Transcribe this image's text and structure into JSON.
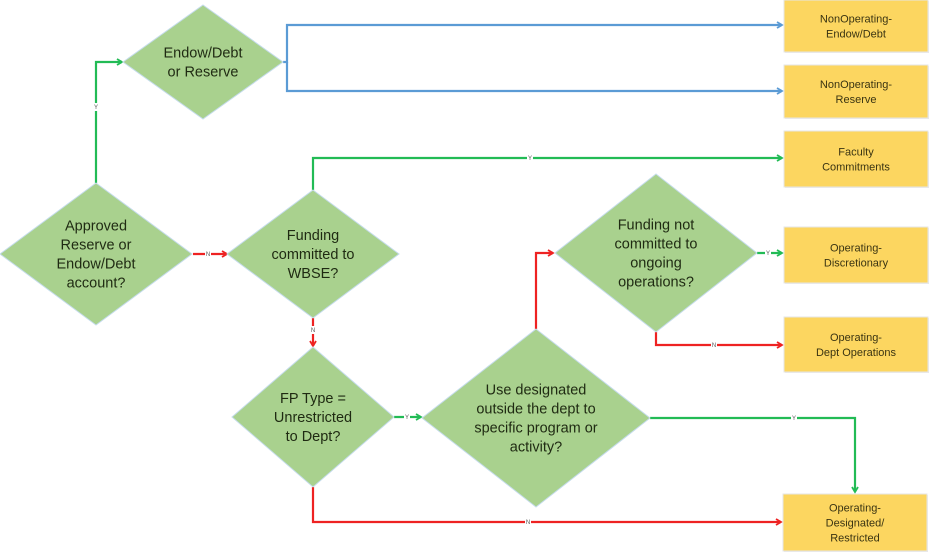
{
  "diagram": {
    "type": "flowchart",
    "colors": {
      "decision_fill": "#a9d18e",
      "decision_stroke": "#c5dcec",
      "outcome_fill": "#fcd660",
      "outcome_stroke": "#e6e6e6",
      "yes_line": "#22bb55",
      "no_line": "#ee2222",
      "neutral_line": "#5b9bd5"
    },
    "decisions": [
      {
        "id": "approved",
        "lines": [
          "Approved",
          "Reserve or",
          "Endow/Debt",
          "account?"
        ]
      },
      {
        "id": "endow",
        "lines": [
          "Endow/Debt",
          "or Reserve"
        ]
      },
      {
        "id": "wbse",
        "lines": [
          "Funding",
          "committed to",
          "WBSE?"
        ]
      },
      {
        "id": "notcommitted",
        "lines": [
          "Funding not",
          "committed to",
          "ongoing",
          "operations?"
        ]
      },
      {
        "id": "fptype",
        "lines": [
          "FP Type =",
          "Unrestricted",
          "to Dept?"
        ]
      },
      {
        "id": "designated",
        "lines": [
          "Use designated",
          "outside the dept to",
          "specific program or",
          "activity?"
        ]
      }
    ],
    "outcomes": [
      {
        "id": "nonop-endow",
        "lines": [
          "NonOperating-",
          "Endow/Debt"
        ]
      },
      {
        "id": "nonop-reserve",
        "lines": [
          "NonOperating-",
          "Reserve"
        ]
      },
      {
        "id": "faculty",
        "lines": [
          "Faculty",
          "Commitments"
        ]
      },
      {
        "id": "op-discretionary",
        "lines": [
          "Operating-",
          "Discretionary"
        ]
      },
      {
        "id": "op-dept",
        "lines": [
          "Operating-",
          "Dept Operations"
        ]
      },
      {
        "id": "op-designated",
        "lines": [
          "Operating-",
          "Designated/",
          "Restricted"
        ]
      }
    ],
    "edges": [
      {
        "from": "approved",
        "to": "endow",
        "label": "Y",
        "kind": "yes"
      },
      {
        "from": "approved",
        "to": "wbse",
        "label": "N",
        "kind": "no"
      },
      {
        "from": "endow",
        "to": "nonop-endow",
        "label": "",
        "kind": "neutral"
      },
      {
        "from": "endow",
        "to": "nonop-reserve",
        "label": "",
        "kind": "neutral"
      },
      {
        "from": "wbse",
        "to": "faculty",
        "label": "Y",
        "kind": "yes"
      },
      {
        "from": "wbse",
        "to": "fptype",
        "label": "N",
        "kind": "no"
      },
      {
        "from": "fptype",
        "to": "designated",
        "label": "Y",
        "kind": "yes"
      },
      {
        "from": "fptype",
        "to": "op-designated",
        "label": "N",
        "kind": "no"
      },
      {
        "from": "designated",
        "to": "notcommitted",
        "label": "",
        "kind": "no"
      },
      {
        "from": "designated",
        "to": "op-designated",
        "label": "Y",
        "kind": "yes"
      },
      {
        "from": "notcommitted",
        "to": "op-discretionary",
        "label": "Y",
        "kind": "yes"
      },
      {
        "from": "notcommitted",
        "to": "op-dept",
        "label": "N",
        "kind": "no"
      }
    ]
  }
}
